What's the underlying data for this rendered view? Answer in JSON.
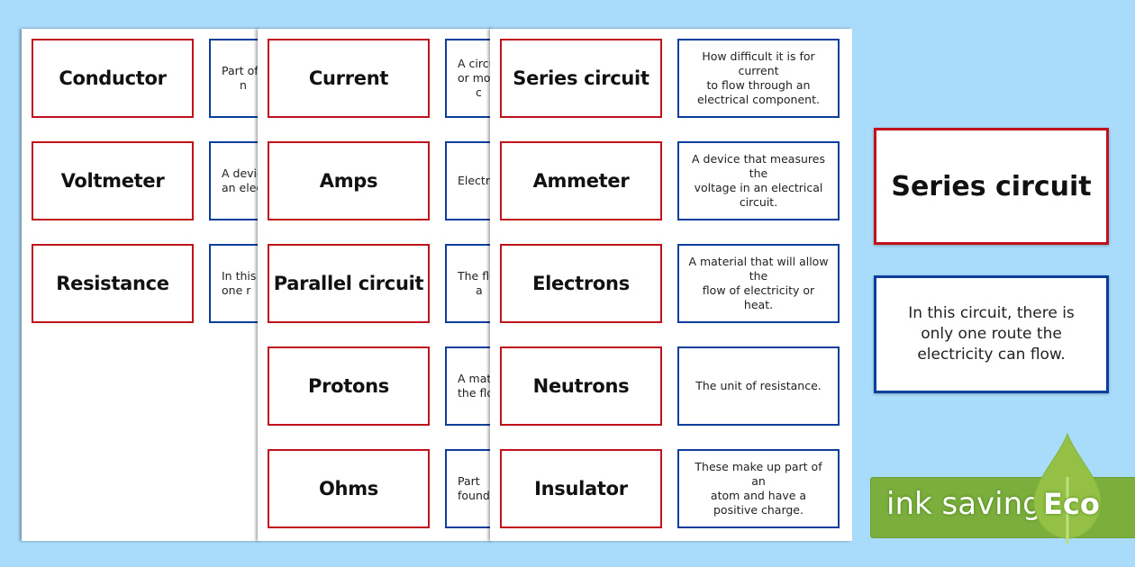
{
  "pages": [
    {
      "terms": [
        "Conductor",
        "Voltmeter",
        "Resistance"
      ],
      "definitions": [
        [
          "Part of",
          "n"
        ],
        [
          "A device",
          "an elect"
        ],
        [
          "In this",
          "one r"
        ]
      ]
    },
    {
      "terms": [
        "Current",
        "Amps",
        "Parallel circuit",
        "Protons",
        "Ohms"
      ],
      "definitions": [
        [
          "A circui",
          "or more",
          "c"
        ],
        [
          "Electr"
        ],
        [
          "The flo",
          "a"
        ],
        [
          "A mater",
          "the flov"
        ],
        [
          "Part",
          "found i"
        ]
      ]
    },
    {
      "terms": [
        "Series circuit",
        "Ammeter",
        "Electrons",
        "Neutrons",
        "Insulator"
      ],
      "definitions": [
        [
          "How difficult it is for current",
          "to flow through an",
          "electrical component."
        ],
        [
          "A device that measures the",
          "voltage in an electrical circuit."
        ],
        [
          "A material that will allow the",
          "flow of electricity or heat."
        ],
        [
          "The unit of resistance."
        ],
        [
          "These make up part of an",
          "atom and have a",
          "positive charge."
        ]
      ]
    }
  ],
  "preview": {
    "term": "Series circuit",
    "definition": "In this circuit, there is only one route the electricity can flow."
  },
  "badge": {
    "label": "ink saving",
    "eco": "Eco",
    "icon": "leaf-drop-icon",
    "color": "#7bae3c"
  },
  "colors": {
    "term_border": "#c0121d",
    "definition_border": "#0c3e9c",
    "background": "#a9dcfb"
  }
}
